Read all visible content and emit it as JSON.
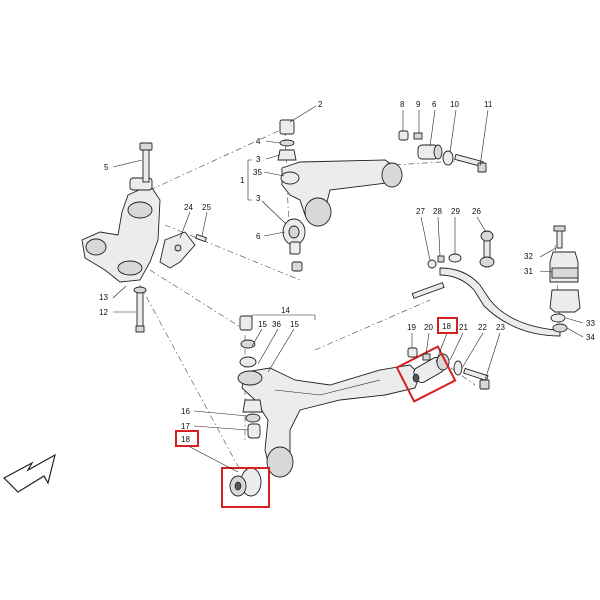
{
  "callouts": {
    "c1": "1",
    "c2": "2",
    "c3a": "3",
    "c35": "35",
    "c3b": "3",
    "c4": "4",
    "c5": "5",
    "c6": "6",
    "c8": "8",
    "c9": "9",
    "c10": "10",
    "c11": "11",
    "c12": "12",
    "c13": "13",
    "c14": "14",
    "c15a": "15",
    "c36": "36",
    "c15b": "15",
    "c16": "16",
    "c17": "17",
    "c18a": "18",
    "c18b": "18",
    "c19": "19",
    "c20": "20",
    "c21": "21",
    "c22": "22",
    "c23": "23",
    "c24": "24",
    "c25": "25",
    "c26": "26",
    "c27": "27",
    "c28": "28",
    "c29": "29",
    "c31": "31",
    "c32": "32",
    "c33": "33",
    "c34": "34"
  },
  "colors": {
    "highlight": "#d42020",
    "line": "#222222",
    "part_fill": "#ececec"
  },
  "icons": {
    "direction": "front-direction-arrow-icon"
  }
}
